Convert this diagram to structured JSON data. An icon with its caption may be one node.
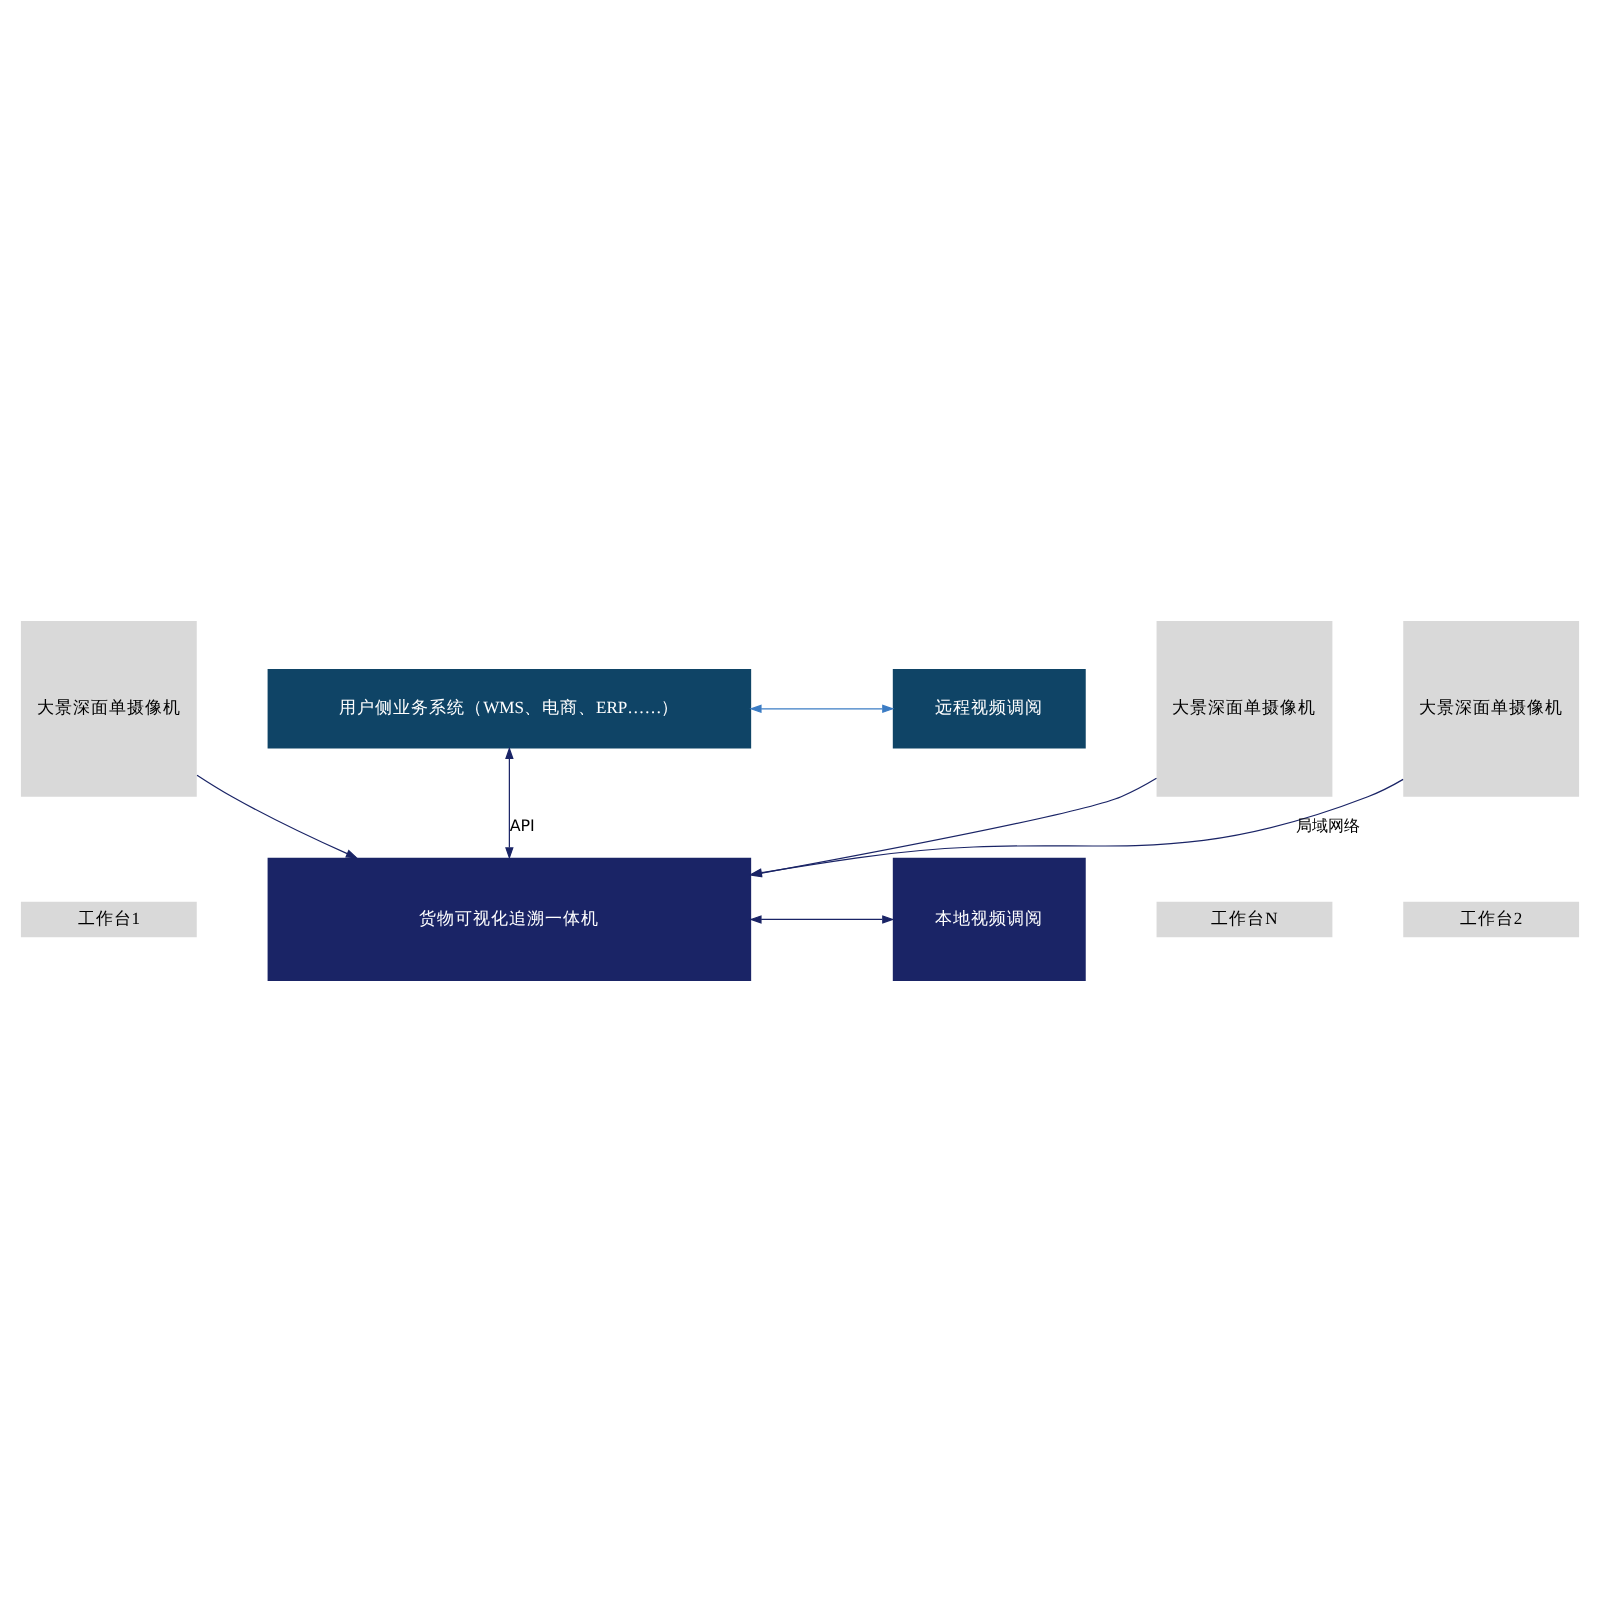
{
  "diagram": {
    "nodes": [
      {
        "text": [
          "用户侧业务系统（WMS、电商、ERP……）"
        ]
      },
      {
        "text": [
          "远程视频调阅"
        ]
      },
      {
        "text": [
          "货物可视化追溯一体机"
        ]
      },
      {
        "text": [
          "本地视频调阅"
        ]
      },
      {
        "text": [
          "大景深面单摄像机"
        ]
      },
      {
        "text": [
          "大景深面单摄像机"
        ]
      },
      {
        "text": [
          "大景深面单摄像机"
        ]
      },
      {
        "text": [
          "工作台1"
        ]
      },
      {
        "text": [
          "工作台2"
        ]
      },
      {
        "text": [
          "工作台N"
        ]
      }
    ],
    "edges": [
      {
        "from": 0,
        "to": 1,
        "arrow": "both",
        "color": "#3b7cc4"
      },
      {
        "from": 0,
        "to": 2,
        "arrow": "both",
        "label": "API"
      },
      {
        "from": 2,
        "to": 3,
        "arrow": "both"
      },
      {
        "from": 4,
        "to": 2,
        "arrow": "to"
      },
      {
        "from": 5,
        "to": 2,
        "arrow": "to",
        "label": "局域网络"
      },
      {
        "from": 6,
        "to": 2,
        "arrow": "to"
      }
    ]
  }
}
